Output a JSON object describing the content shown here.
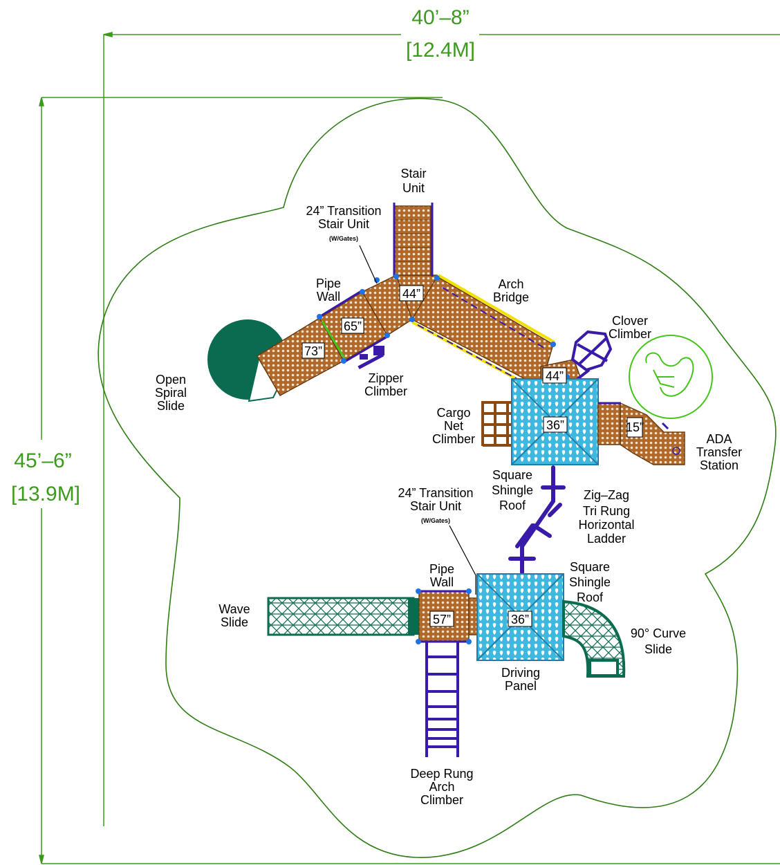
{
  "dimensions": {
    "width_imperial": "40’–8”",
    "width_metric": "[12.4M]",
    "height_imperial": "45’–6”",
    "height_metric": "[13.9M]"
  },
  "labels": {
    "stair_unit": [
      "Stair",
      "Unit"
    ],
    "transition_top": [
      "24” Transition",
      "Stair Unit",
      "(W/Gates)"
    ],
    "pipe_wall_top": [
      "Pipe",
      "Wall"
    ],
    "arch_bridge": [
      "Arch",
      "Bridge"
    ],
    "clover_climber": [
      "Clover",
      "Climber"
    ],
    "open_spiral_slide": [
      "Open",
      "Spiral",
      "Slide"
    ],
    "zipper_climber": [
      "Zipper",
      "Climber"
    ],
    "cargo_net": [
      "Cargo",
      "Net",
      "Climber"
    ],
    "ada_station": [
      "ADA",
      "Transfer",
      "Station"
    ],
    "square_roof_top": [
      "Square",
      "Shingle",
      "Roof"
    ],
    "zigzag_ladder": [
      "Zig–Zag",
      "Tri Rung",
      "Horizontal",
      "Ladder"
    ],
    "transition_bottom": [
      "24” Transition",
      "Stair Unit",
      "(W/Gates)"
    ],
    "pipe_wall_bottom": [
      "Pipe",
      "Wall"
    ],
    "square_roof_bottom": [
      "Square",
      "Shingle",
      "Roof"
    ],
    "wave_slide": [
      "Wave",
      "Slide"
    ],
    "curve_slide": [
      "90° Curve",
      "Slide"
    ],
    "driving_panel": [
      "Driving",
      "Panel"
    ],
    "deep_rung": [
      "Deep Rung",
      "Arch",
      "Climber"
    ]
  },
  "deck_heights": {
    "h73": "73”",
    "h65": "65”",
    "h44a": "44”",
    "h44b": "44”",
    "h36a": "36”",
    "h15": "15”",
    "h57": "57”",
    "h36b": "36”"
  },
  "colors": {
    "dimension_green": "#3d9a1e",
    "deck_brown": "#b0692a",
    "roof_blue": "#3fb8e0",
    "slide_green": "#0a6b50",
    "rail_purple": "#3a1aa8",
    "bridge_yellow": "#f2e000"
  }
}
